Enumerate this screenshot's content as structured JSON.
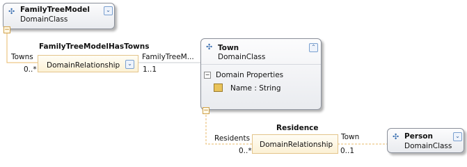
{
  "classes": [
    {
      "name": "FamilyTreeModel",
      "kind": "DomainClass"
    },
    {
      "name": "Town",
      "kind": "DomainClass",
      "section": "Domain Properties",
      "property": "Name : String"
    },
    {
      "name": "Person",
      "kind": "DomainClass"
    }
  ],
  "relationships": [
    {
      "title": "FamilyTreeModelHasTowns",
      "label": "DomainRelationship",
      "source_role": "Towns",
      "source_mult": "0..*",
      "target_role": "FamilyTreeM...",
      "target_mult": "1..1"
    },
    {
      "title": "Residence",
      "label": "DomainRelationship",
      "source_role": "Residents",
      "source_mult": "0..*",
      "target_role": "Town",
      "target_mult": "0..1"
    }
  ],
  "icons": {
    "class": "class-shape-icon",
    "collapse": "chevron-down-icon",
    "expand": "chevron-up-icon",
    "property": "property-icon"
  },
  "colors": {
    "class_border": "#8a8f99",
    "relationship_fill": "#fcf1d5",
    "relationship_border": "#e3c48a",
    "connector": "#e8b86a",
    "button": "#7aa0d0"
  }
}
